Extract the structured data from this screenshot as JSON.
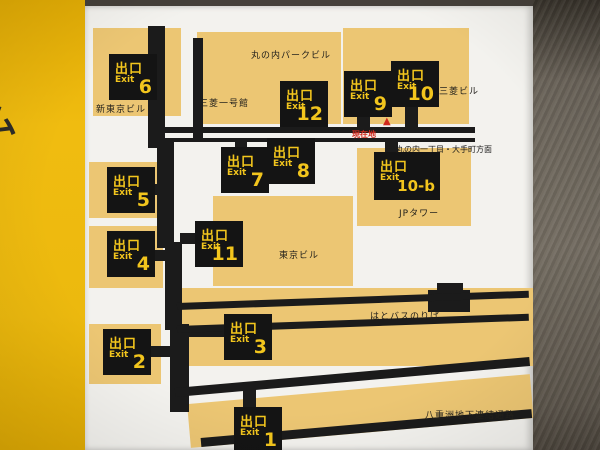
{
  "wall": {
    "partial_text": "ム"
  },
  "map": {
    "exit_kanji": "出口",
    "exit_en": "Exit",
    "exits": [
      {
        "number": "6"
      },
      {
        "number": "12"
      },
      {
        "number": "9"
      },
      {
        "number": "10"
      },
      {
        "number": "5"
      },
      {
        "number": "7"
      },
      {
        "number": "8"
      },
      {
        "number": "10-b"
      },
      {
        "number": "4"
      },
      {
        "number": "11"
      },
      {
        "number": "3"
      },
      {
        "number": "2"
      },
      {
        "number": "1"
      }
    ],
    "buildings": {
      "shin_tokyo": "新東京ビル",
      "marunouchi_park": "丸の内パークビル",
      "mitsubishi_ichigokan": "三菱一号館",
      "mitsubishi": "三菱ビル",
      "jp_tower": "JPタワー",
      "tokyo_building": "東京ビル"
    },
    "areas": {
      "hato_bus": "はとバスのりば",
      "yaesu_passage": "八重洲地下連結通路"
    },
    "current_location": {
      "label": "現在地",
      "marker": "▲"
    },
    "direction_sign": "丸の内一丁目・大手町方面",
    "colors": {
      "wall_yellow": "#ecb90e",
      "building_tan": "#ecc673",
      "path_black": "#1b1b1b",
      "exit_bg": "#141414",
      "exit_text": "#f2c51d",
      "location_red": "#d22a1e"
    }
  }
}
